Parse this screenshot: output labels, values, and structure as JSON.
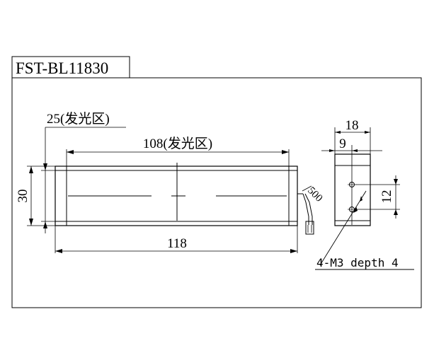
{
  "title": "FST-BL11830",
  "front_view": {
    "dim_emitting_height": "25(发光区)",
    "dim_emitting_length": "108(发光区)",
    "dim_total_length": "118",
    "dim_height": "30",
    "dim_cable": "500"
  },
  "side_view": {
    "dim_width": "18",
    "dim_half_width": "9",
    "dim_hole_pitch": "12",
    "note_mounting": "4-M3 depth 4"
  }
}
